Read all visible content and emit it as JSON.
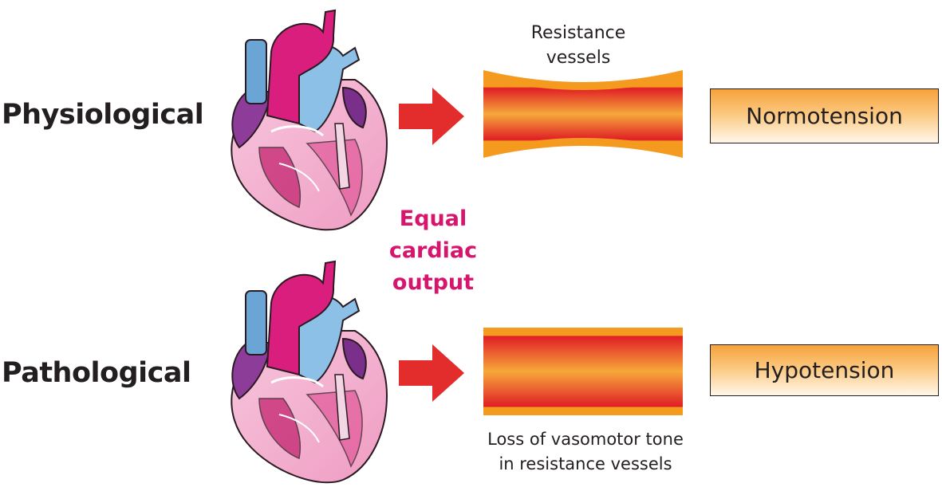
{
  "rows": {
    "physiological": {
      "label": "Physiological",
      "outcome": "Normotension"
    },
    "pathological": {
      "label": "Pathological",
      "outcome": "Hypotension"
    }
  },
  "center_note": {
    "line1": "Equal",
    "line2": "cardiac",
    "line3": "output"
  },
  "vessel_captions": {
    "top_line1": "Resistance",
    "top_line2": "vessels",
    "bottom_line1": "Loss of vasomotor tone",
    "bottom_line2": "in resistance vessels"
  },
  "colors": {
    "arrow_red": "#e32d2d",
    "magenta_text": "#d6156c",
    "vessel_orange": "#f39a1f",
    "vessel_red": "#e01e26",
    "heart_pink": "#e0208a",
    "heart_blue": "#7fb6df",
    "heart_purple": "#8e3c9a"
  },
  "icons": {
    "heart": "anatomical-heart-icon",
    "arrow": "right-arrow-icon",
    "vessel": "blood-vessel-segment"
  }
}
